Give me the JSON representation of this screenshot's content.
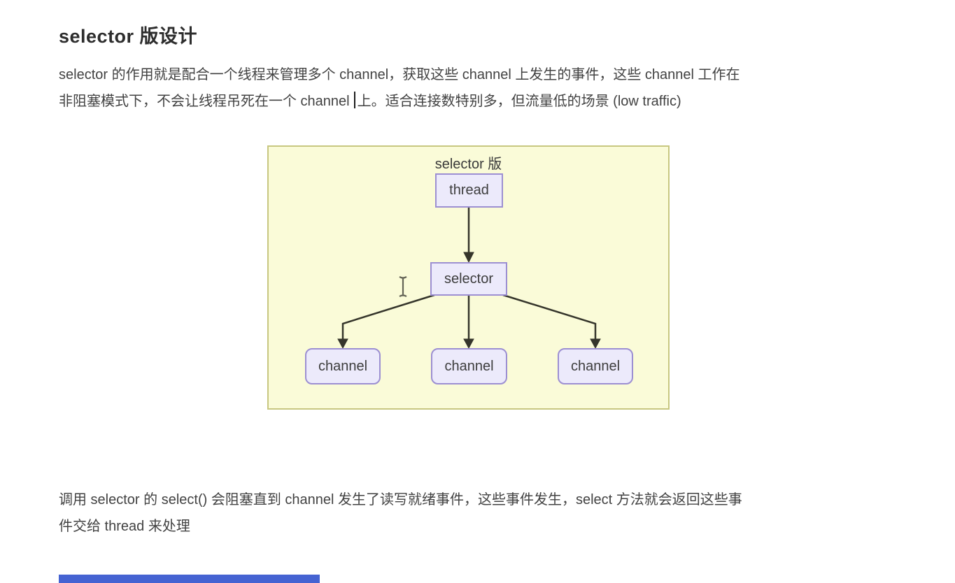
{
  "document": {
    "title": "selector 版设计",
    "intro": {
      "line1": "selector 的作用就是配合一个线程来管理多个 channel，获取这些 channel 上发生的事件，这些 channel 工作在",
      "line2_before_caret": "非阻塞模式下，不会让线程吊死在一个 channel",
      "line2_after_caret": "上。适合连接数特别多，但流量低的场景 (low traffic)"
    },
    "footer_note": {
      "line1": "调用 selector 的 select() 会阻塞直到 channel 发生了读写就绪事件，这些事件发生，select 方法就会返回这些事",
      "line2": "件交给 thread 来处理"
    }
  },
  "diagram": {
    "title": "selector 版",
    "nodes": {
      "thread": "thread",
      "selector": "selector",
      "channels": [
        "channel",
        "channel",
        "channel"
      ]
    },
    "colors": {
      "panel_bg": "#fafbd8",
      "panel_border": "#c8c780",
      "node_fill": "#eceafb",
      "node_border": "#9c8fd2",
      "arrow": "#35352b"
    }
  },
  "bottom_partial_element": {
    "color": "#4563d2"
  }
}
